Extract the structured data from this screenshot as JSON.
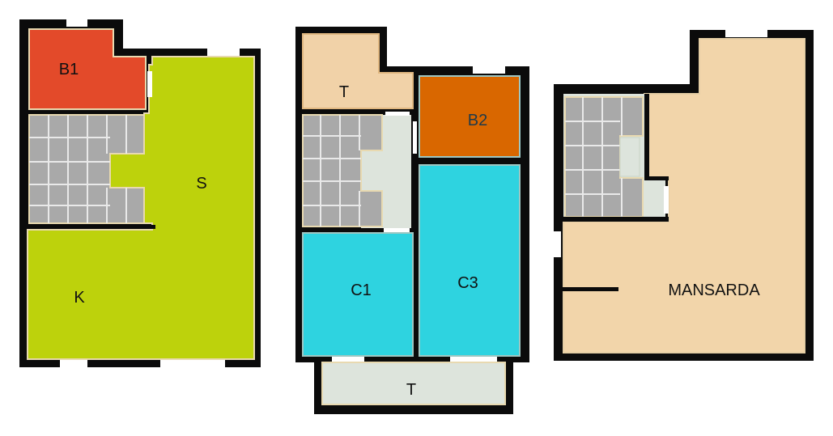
{
  "floors": [
    {
      "id": "ground",
      "rooms": [
        {
          "key": "b1",
          "label": "B1",
          "color": "#e34a2a"
        },
        {
          "key": "s",
          "label": "S",
          "color": "#bdd20c"
        },
        {
          "key": "k",
          "label": "K",
          "color": "#bdd20c"
        }
      ]
    },
    {
      "id": "first",
      "rooms": [
        {
          "key": "t_top",
          "label": "T",
          "color": "#f1d2a8"
        },
        {
          "key": "b2",
          "label": "B2",
          "color": "#d96700"
        },
        {
          "key": "c1",
          "label": "C1",
          "color": "#2ed3e0"
        },
        {
          "key": "c3",
          "label": "C3",
          "color": "#2ed3e0"
        },
        {
          "key": "t_bottom",
          "label": "T",
          "color": "#dde4dc"
        }
      ]
    },
    {
      "id": "attic",
      "rooms": [
        {
          "key": "mansarda",
          "label": "MANSARDA",
          "color": "#f2d5aa"
        }
      ]
    }
  ],
  "colors": {
    "wall": "#0b0b0b",
    "stairs": "#a9a9a9",
    "landing": "#dde4dc",
    "window": "#ffffff"
  }
}
